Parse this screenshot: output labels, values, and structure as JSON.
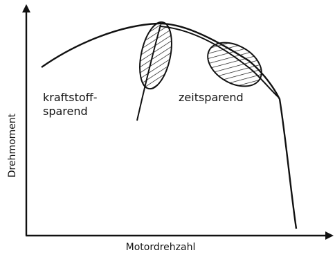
{
  "diagram": {
    "x_axis_label": "Motordrehzahl",
    "y_axis_label": "Drehmoment",
    "region_fuel_saving": {
      "line1": "kraftstoff-",
      "line2": "sparend"
    },
    "region_time_saving": "zeitsparend"
  }
}
